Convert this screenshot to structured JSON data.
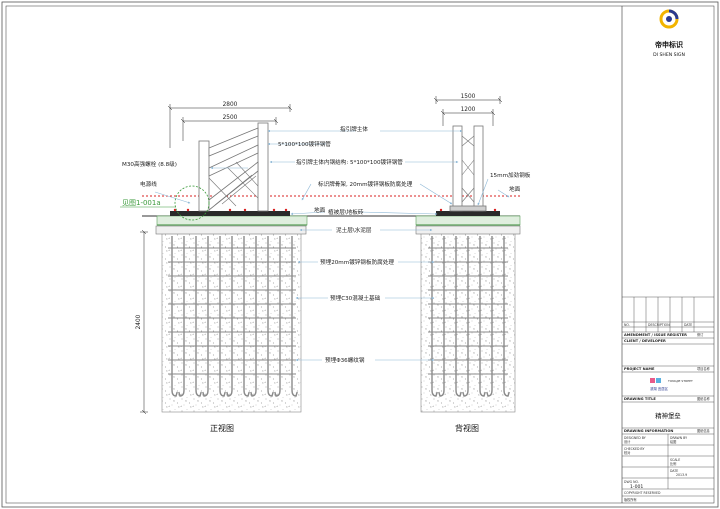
{
  "brand": {
    "name_cn": "帝申标识",
    "name_en": "DI SHEN SIGN",
    "logo": "dishen-logo"
  },
  "dimensions": {
    "front_width_outer": "2800",
    "front_width_inner": "2500",
    "back_width_outer": "1500",
    "back_width_inner": "1200",
    "depth": "2400"
  },
  "labels": {
    "sign_body": "指引牌主体",
    "tube_100": "5*100*100镀锌钢管",
    "bolt": "M30高强螺栓 (8.8级)",
    "inner_steel": "指引牌主体内钢结构: 5*100*100镀锌钢管",
    "power_line": "电源线",
    "frame": "标识牌骨架, 20mm镀锌钢板防腐处理",
    "stiffener": "15mm加劲钢板",
    "ground_right": "地面",
    "detail_ref": "见图1-001a",
    "ground_left": "地面",
    "paving": "植被层\\地板砖",
    "mortar": "泥土层\\水泥层",
    "embed_plate": "预埋20mm镀锌钢板防腐处理",
    "concrete": "预埋C30混凝土基础",
    "rebar": "预埋Φ36螺纹钢"
  },
  "views": {
    "front": "正视图",
    "back": "背视图"
  },
  "title_block": {
    "rev_headers": [
      "NO.",
      "DESCRIPTION",
      "DATE"
    ],
    "rev_row": [
      "",
      "",
      "",
      "",
      ""
    ],
    "amendment_label": "AMENDMENT / ISSUE REGISTER",
    "amendment_value": "修订",
    "client_label": "CLIENT / DEVELOPER",
    "client_value": "",
    "project_label": "PROJECT NAME",
    "project_value": "项目名称",
    "project_logo_text": "TONGJIE STREET",
    "project_logo_cn": "滨湖 宜居区",
    "drawing_title_label": "DRAWING TITLE",
    "drawing_title_value": "图纸名称",
    "drawing_title": "精神堡垒",
    "drawing_info_label": "DRAWING INFORMATION",
    "drawing_info_value": "图纸信息",
    "info_rows": [
      {
        "label": "DESIGNED BY",
        "value": "设计"
      },
      {
        "label": "DRAWN BY",
        "value": "绘图"
      },
      {
        "label": "CHECKED BY",
        "value": "校对"
      },
      {
        "label": "SCALE",
        "value": "比例"
      },
      {
        "label": "DATE",
        "value": "2013.9"
      }
    ],
    "drawing_no_label": "DWG NO.",
    "drawing_no": "1-001",
    "copyright_label": "COPYRIGHT RESERVED",
    "copyright_value": "版权所有"
  },
  "colors": {
    "leader": "#8eb8d6",
    "accent_red": "#d92020",
    "dim_line": "#222222",
    "grass": "#5aa05a",
    "detail_circle": "#3a9a3a",
    "concrete_dot": "#9a9a9a",
    "rebar": "#7a7a7a",
    "logo_yellow": "#f2b400",
    "logo_navy": "#2b3a8f"
  }
}
